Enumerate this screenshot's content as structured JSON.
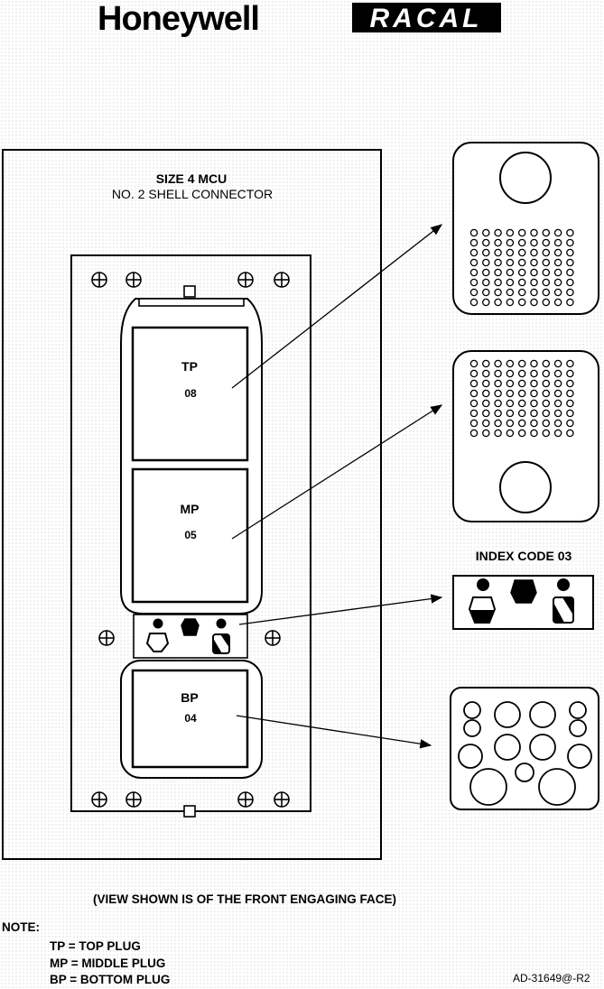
{
  "logos": {
    "left": "Honeywell",
    "right": "RACAL"
  },
  "panel": {
    "title_line1": "SIZE 4 MCU",
    "title_line2": "NO. 2 SHELL CONNECTOR"
  },
  "plugs": [
    {
      "abbr": "TP",
      "code": "08"
    },
    {
      "abbr": "MP",
      "code": "05"
    },
    {
      "abbr": "BP",
      "code": "04"
    }
  ],
  "index_code_label": "INDEX CODE 03",
  "caption": "(VIEW SHOWN IS OF THE FRONT ENGAGING FACE)",
  "note": {
    "heading": "NOTE:",
    "items": [
      "TP = TOP PLUG",
      "MP = MIDDLE PLUG",
      "BP = BOTTOM PLUG"
    ]
  },
  "drawing_number": "AD-31649@-R2"
}
